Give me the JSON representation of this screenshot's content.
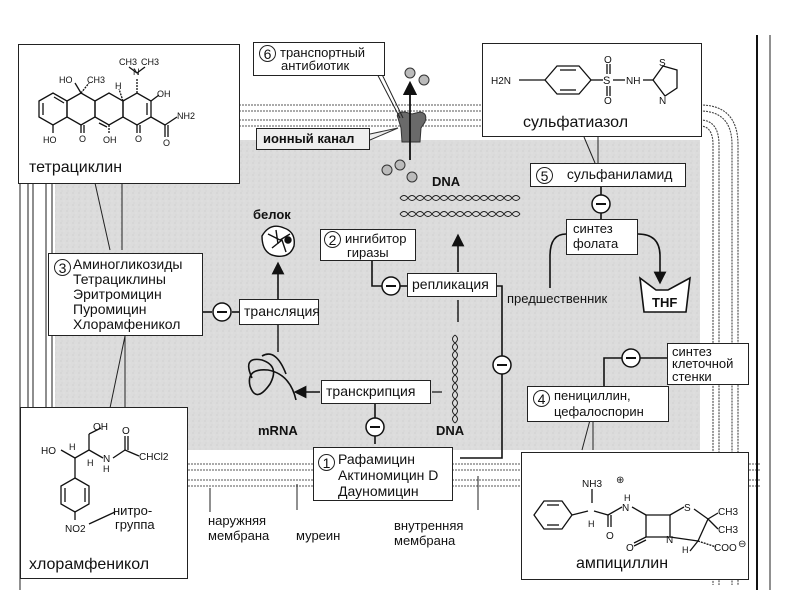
{
  "diagram": {
    "title": "",
    "colors": {
      "ink": "#111111",
      "cytoplasm_shade": "#d4d4d4",
      "membrane_line": "#555555",
      "channel_fill": "#6a6a6a",
      "background": "#ffffff"
    },
    "boxes": {
      "transport": {
        "number": "6",
        "lines": [
          "транспортный",
          "антибиотик"
        ]
      },
      "ion_channel": {
        "label": "ионный канал"
      },
      "sulfathiazole": {
        "name": "сульфатиазол",
        "formula_left": "H2N",
        "formula_sulfonyl": "S",
        "formula_nh": "NH",
        "ring_s": "S",
        "ring_n": "N"
      },
      "sulfanilamide": {
        "number": "5",
        "label": "сульфаниламид"
      },
      "folate": {
        "lines": [
          "синтез",
          "фолата"
        ]
      },
      "thf": {
        "label": "THF"
      },
      "precursor": {
        "label": "предшественник"
      },
      "tetracycline": {
        "name": "тетрациклин"
      },
      "gyrase": {
        "number": "2",
        "lines": [
          "ингибитор",
          "гиразы"
        ]
      },
      "replication": {
        "label": "репликация"
      },
      "translation": {
        "label": "трансляция"
      },
      "transcription": {
        "label": "транскрипция"
      },
      "group3": {
        "number": "3",
        "items": [
          "Аминогликозиды",
          "Тетрациклины",
          "Эритромицин",
          "Пуромицин",
          "Хлорамфеникол"
        ]
      },
      "group1": {
        "number": "1",
        "items": [
          "Рафамицин",
          "Актиномицин D",
          "Дауномицин"
        ]
      },
      "cellwall": {
        "lines": [
          "синтез",
          "клеточной",
          "стенки"
        ]
      },
      "group4": {
        "number": "4",
        "lines": [
          "пенициллин,",
          "цефалоспорин"
        ]
      },
      "chloramphenicol": {
        "name": "хлорамфеникол",
        "nitro_label": [
          "нитро-",
          "группа"
        ],
        "oh": "OH",
        "ho": "HO",
        "h": "H",
        "n": "N",
        "chcl2": "CHCl2",
        "no2": "NO2",
        "o": "O"
      },
      "ampicillin": {
        "name": "ампициллин",
        "nh3": "NH3",
        "ch3": "CH3",
        "coo": "COO",
        "s": "S",
        "n": "N",
        "h": "H",
        "o": "O"
      }
    },
    "labels": {
      "protein": "белок",
      "dna_top": "DNA",
      "dna_bottom": "DNA",
      "mrna": "mRNA",
      "outer_membrane": [
        "наружняя",
        "мембрана"
      ],
      "murein": "муреин",
      "inner_membrane": [
        "внутренняя",
        "мембрана"
      ]
    },
    "inhibit_symbol": "−",
    "tetracycline_atoms": {
      "ho": "HO",
      "ch3": "CH3",
      "h": "H",
      "n": "N",
      "oh": "OH",
      "nh2": "NH2",
      "o": "O"
    }
  }
}
